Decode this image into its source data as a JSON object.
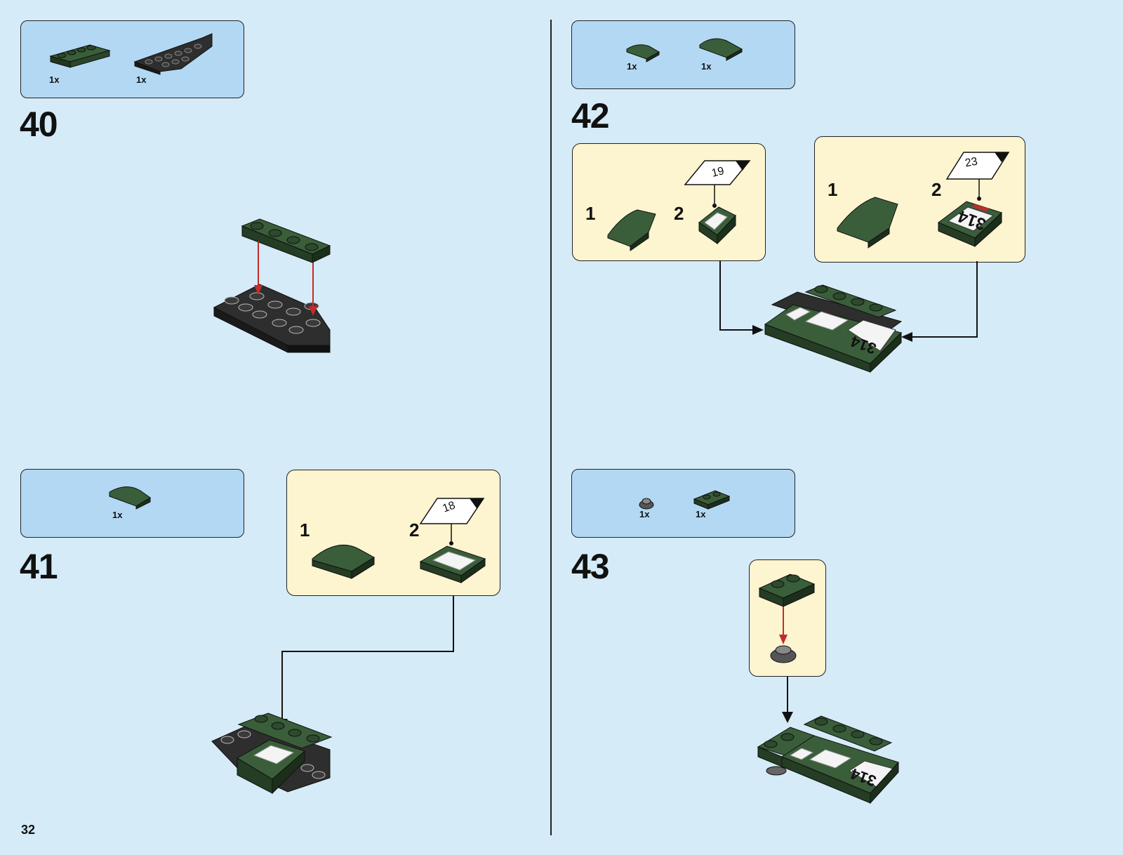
{
  "page": {
    "number": "32"
  },
  "colors": {
    "background": "#d5ebf8",
    "parts_box": "#b3d8f3",
    "sub_box": "#fdf4d0",
    "brick_green": "#2c4a2c",
    "brick_black": "#262626",
    "arrow_red": "#c52b2b"
  },
  "steps": [
    {
      "number": "40",
      "parts": [
        {
          "qty": "1x",
          "icon": "dark-green-plate-1x4"
        },
        {
          "qty": "1x",
          "icon": "black-wedge-plate"
        }
      ]
    },
    {
      "number": "41",
      "parts": [
        {
          "qty": "1x",
          "icon": "dark-green-curved-slope"
        }
      ],
      "subassembly": {
        "step1": "1",
        "step2": "2",
        "sticker": "18"
      }
    },
    {
      "number": "42",
      "parts": [
        {
          "qty": "1x",
          "icon": "dark-green-curved-slope-small"
        },
        {
          "qty": "1x",
          "icon": "dark-green-curved-slope-large"
        }
      ],
      "subassemblies": [
        {
          "step1": "1",
          "step2": "2",
          "sticker": "19"
        },
        {
          "step1": "1",
          "step2": "2",
          "sticker": "23",
          "tile_number": "314"
        }
      ]
    },
    {
      "number": "43",
      "parts": [
        {
          "qty": "1x",
          "icon": "round-plate-1x1"
        },
        {
          "qty": "1x",
          "icon": "dark-green-plate-1x2"
        }
      ]
    }
  ],
  "model_tile_number": "314"
}
